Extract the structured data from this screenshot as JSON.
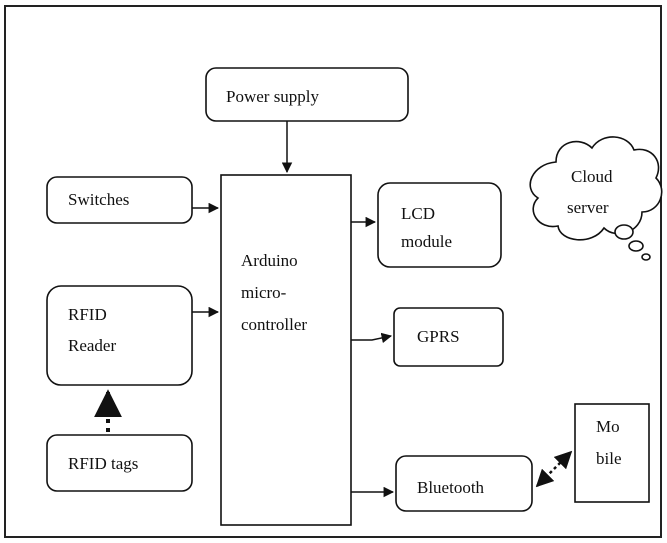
{
  "diagram": {
    "nodes": {
      "power_supply": "Power supply",
      "switches": "Switches",
      "rfid_reader": [
        "RFID",
        "Reader"
      ],
      "rfid_tags": "RFID tags",
      "arduino": [
        "Arduino",
        "micro-",
        "controller"
      ],
      "lcd": [
        "LCD",
        "module"
      ],
      "gprs": "GPRS",
      "bluetooth": "Bluetooth",
      "mobile": [
        "Mo",
        "bile"
      ],
      "cloud": [
        "Cloud",
        "server"
      ]
    },
    "edges": [
      {
        "from": "power_supply",
        "to": "arduino",
        "style": "solid"
      },
      {
        "from": "switches",
        "to": "arduino",
        "style": "solid"
      },
      {
        "from": "rfid_reader",
        "to": "arduino",
        "style": "solid"
      },
      {
        "from": "rfid_tags",
        "to": "rfid_reader",
        "style": "dotted"
      },
      {
        "from": "arduino",
        "to": "lcd",
        "style": "solid"
      },
      {
        "from": "arduino",
        "to": "gprs",
        "style": "solid"
      },
      {
        "from": "arduino",
        "to": "bluetooth",
        "style": "solid"
      },
      {
        "from": "bluetooth",
        "to": "mobile",
        "style": "dotted-bidirectional"
      }
    ]
  }
}
